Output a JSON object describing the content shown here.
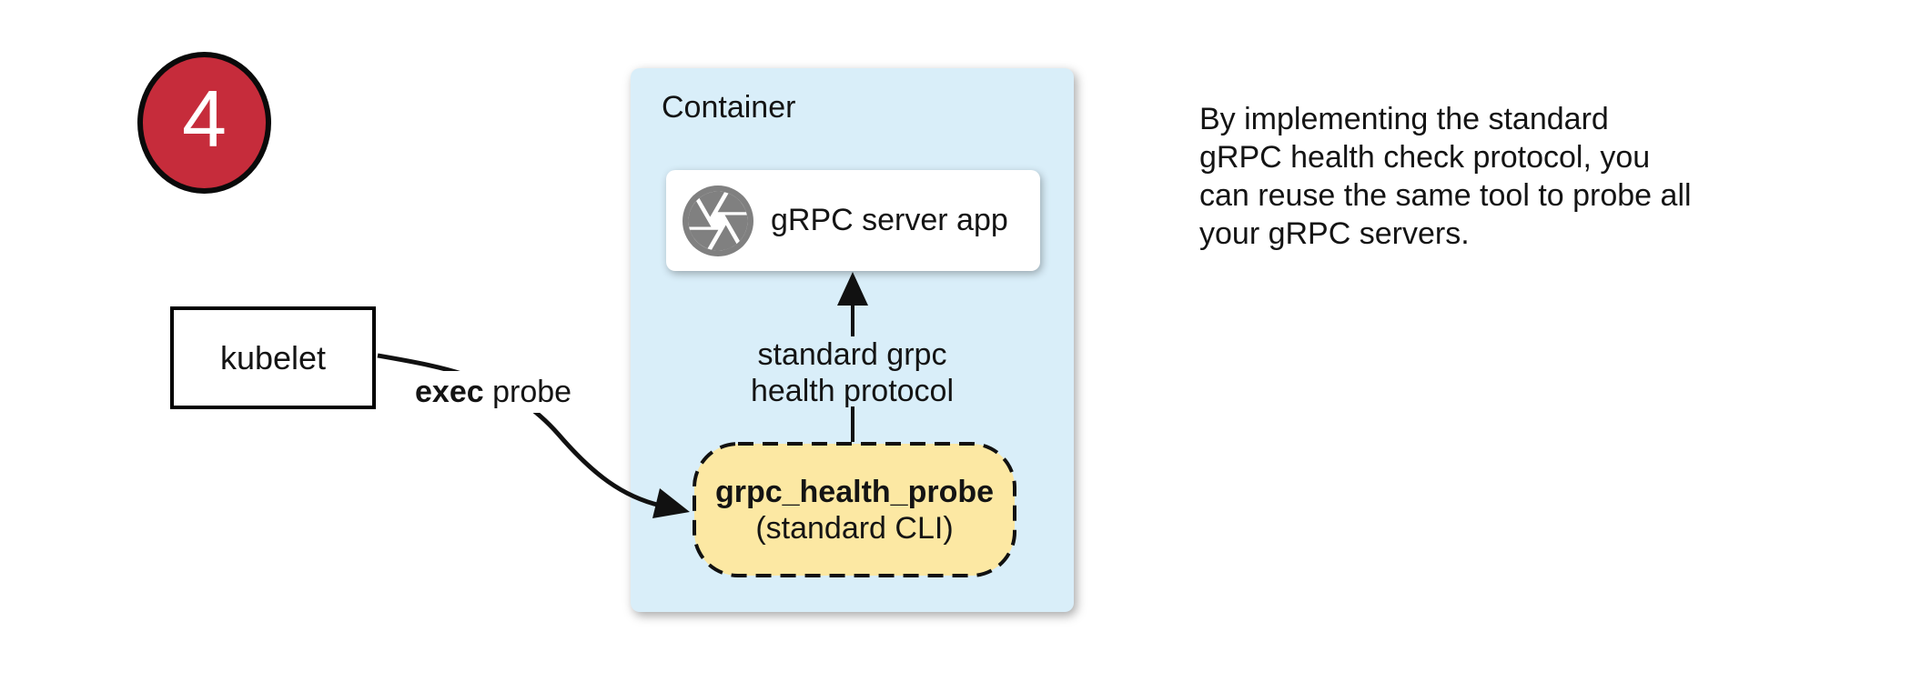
{
  "diagram": {
    "step_number": "4",
    "nodes": {
      "kubelet": {
        "label": "kubelet"
      },
      "container": {
        "title": "Container"
      },
      "grpc_server": {
        "label": "gRPC server app",
        "icon": "aperture-icon"
      },
      "probe_cli": {
        "title": "grpc_health_probe",
        "subtitle": "(standard CLI)"
      }
    },
    "edges": {
      "exec_probe": {
        "bold": "exec",
        "rest": " probe"
      },
      "health_protocol": {
        "line1": "standard grpc",
        "line2": "health protocol"
      }
    },
    "note_lines": [
      "By implementing the standard",
      "gRPC health check protocol, you",
      "can reuse the same tool to probe all",
      "your gRPC servers."
    ],
    "colors": {
      "badge_red": "#C62C3B",
      "container_blue": "#D9EEF9",
      "probe_yellow": "#FCE8A3",
      "icon_gray": "#808080",
      "stroke_black": "#111111"
    }
  }
}
